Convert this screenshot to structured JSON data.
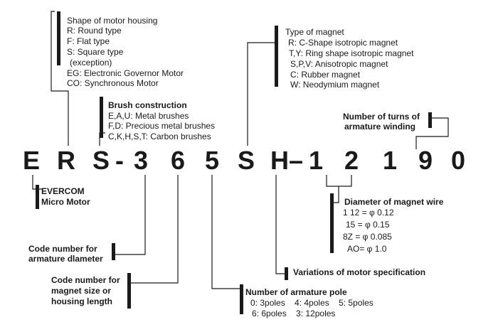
{
  "code_chars": [
    "E",
    "R",
    "S",
    "-",
    "3",
    "6",
    "5",
    "S",
    "H",
    "–",
    "1",
    "2",
    "1",
    "9",
    "0"
  ],
  "housing": {
    "title": "Shape of motor housing",
    "items": [
      "R: Round type",
      "F: Flat type",
      "S: Square type",
      "(exception)",
      "EG: Electronic Governor Motor",
      "CO: Synchronous Motor"
    ]
  },
  "brush": {
    "title": "Brush construction",
    "items": [
      "E,A,U: Metal brushes",
      "F,D: Precious metal brushes",
      "C,K,H,S,T: Carbon brushes"
    ]
  },
  "magnet": {
    "title": "Type of magnet",
    "items": [
      "R: C-Shape isotropic magnet",
      "T,Y: Ring shape isotropic magnet",
      "S,P,V: Anisotropic magnet",
      "C: Rubber magnet",
      "W: Neodymium magnet"
    ]
  },
  "turns": {
    "line1": "Number of turns of",
    "line2": "armature winding"
  },
  "evercom": {
    "line1": "EVERCOM",
    "line2": "Micro Motor"
  },
  "wire": {
    "title": "Diameter of magnet wire",
    "items": [
      "1 12 = φ 0.12",
      "15 = φ 0.15",
      "8Z = φ 0.085",
      "AO= φ 1.0"
    ]
  },
  "diameter": {
    "line1": "Code number for",
    "line2": "armature dlameter"
  },
  "magsize": {
    "line1": "Code number for",
    "line2": "magnet size or",
    "line3": "housing length"
  },
  "variations": {
    "label": "Variations of motor specification"
  },
  "poles": {
    "title": "Number of armature pole",
    "row1": "0: 3poles    4: 4poles    5: 5poles",
    "row2": "6: 6poles    3: 12poles"
  }
}
